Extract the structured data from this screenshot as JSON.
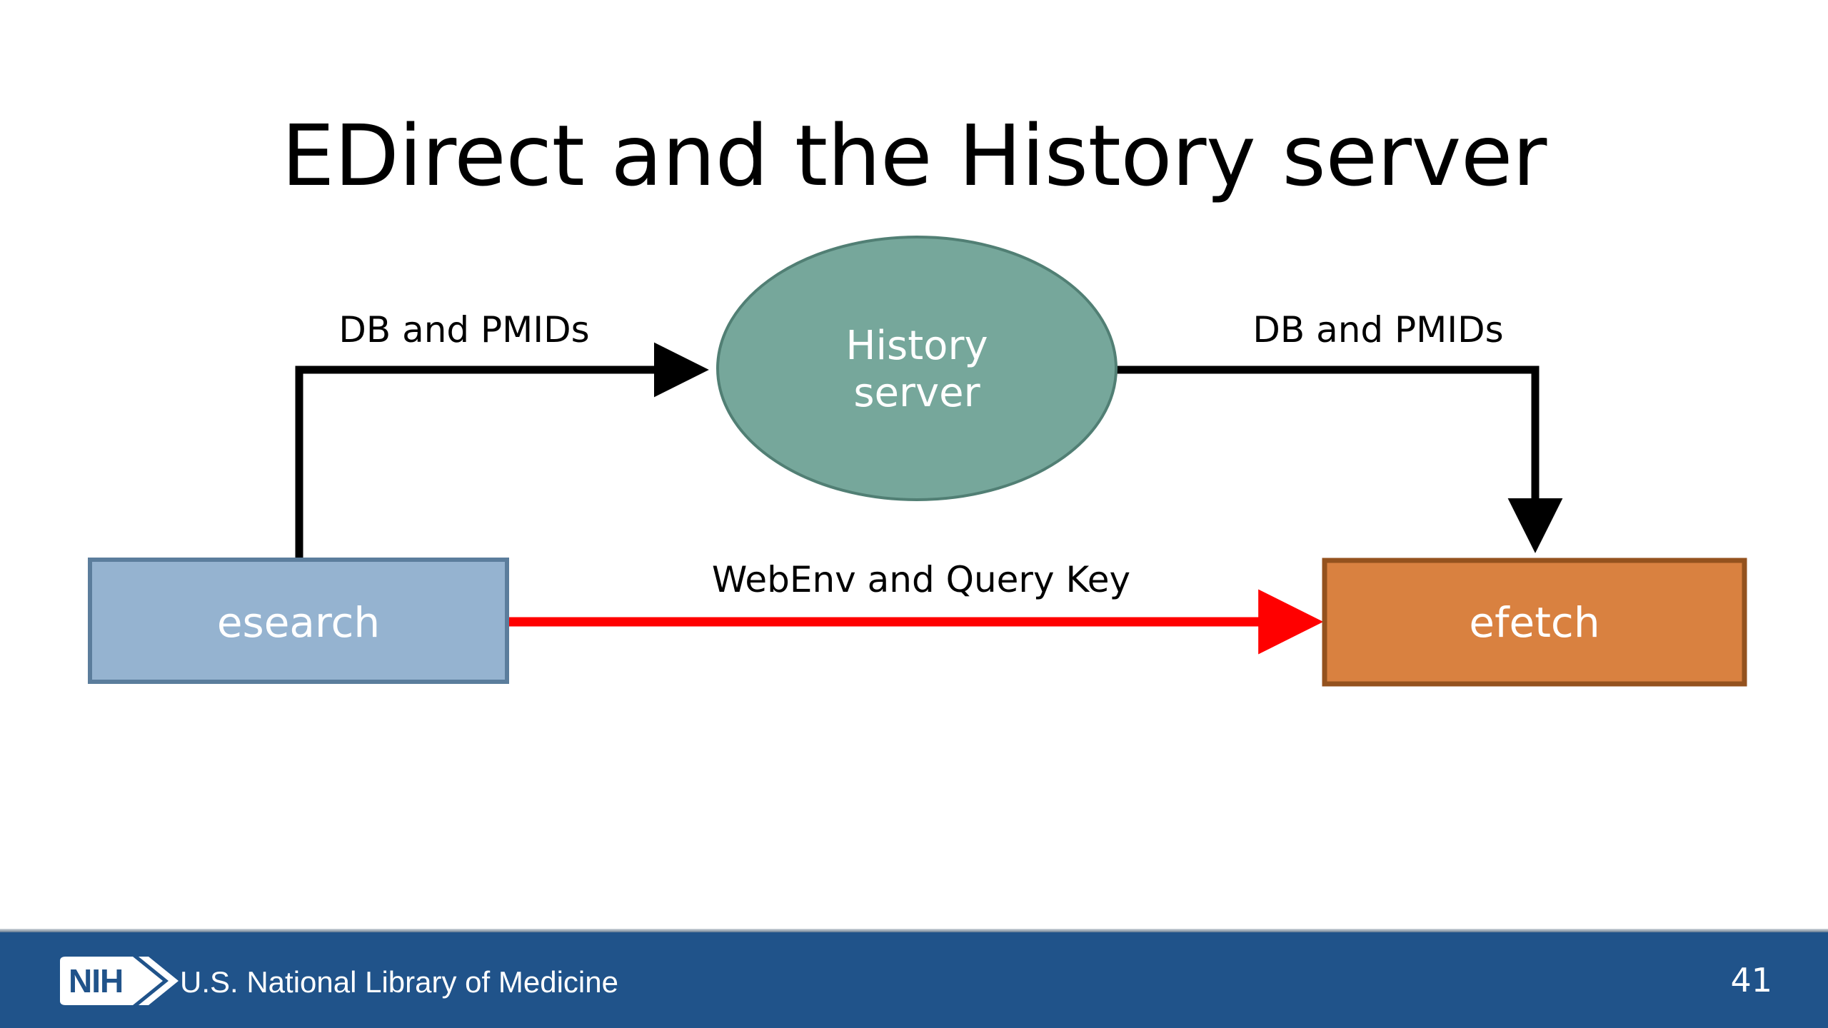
{
  "slide": {
    "title": "EDirect and the History server",
    "number": "41",
    "background": "#ffffff"
  },
  "diagram": {
    "nodes": [
      {
        "id": "history-server",
        "label": "History\nserver",
        "label_line1": "History",
        "label_line2": "server",
        "shape": "ellipse",
        "fill": "#76A79B",
        "stroke": "#517f74",
        "text_color": "#ffffff"
      },
      {
        "id": "esearch",
        "label": "esearch",
        "shape": "rectangle",
        "fill": "#95B3D0",
        "stroke": "#5b7d9c",
        "text_color": "#ffffff"
      },
      {
        "id": "efetch",
        "label": "efetch",
        "shape": "rectangle",
        "fill": "#D98140",
        "stroke": "#94521e",
        "text_color": "#ffffff"
      }
    ],
    "edges": [
      {
        "id": "esearch-to-history",
        "from": "esearch",
        "to": "history-server",
        "label": "DB and PMIDs",
        "color": "#000000",
        "style": "elbow-up-right"
      },
      {
        "id": "history-to-efetch",
        "from": "history-server",
        "to": "efetch",
        "label": "DB and PMIDs",
        "color": "#000000",
        "style": "elbow-right-down"
      },
      {
        "id": "esearch-to-efetch",
        "from": "esearch",
        "to": "efetch",
        "label": "WebEnv and Query Key",
        "color": "#FF0000",
        "style": "straight"
      }
    ]
  },
  "footer": {
    "organization": "U.S. National Library of Medicine",
    "logo_text": "NIH",
    "bar_color": "#20538a",
    "text_color": "#ffffff"
  }
}
